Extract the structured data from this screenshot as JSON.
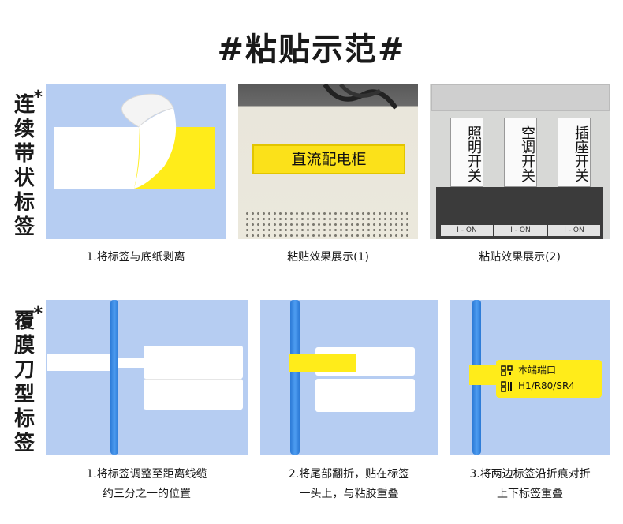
{
  "title": "#粘贴示范#",
  "sections": [
    {
      "label": "连续带状标签",
      "star": "*"
    },
    {
      "label": "覆膜刀型标签",
      "star": "*"
    }
  ],
  "row1": {
    "captions": [
      "1.将标签与底纸剥离",
      "粘贴效果展示(1)",
      "粘贴效果展示(2)"
    ],
    "cabinet_label": "直流配电柜",
    "switch_labels": [
      {
        "text": "照明开关",
        "state": "I - ON"
      },
      {
        "text": "空调开关",
        "state": "I - ON"
      },
      {
        "text": "插座开关",
        "state": "I - ON"
      }
    ]
  },
  "row2": {
    "captions": [
      {
        "line1": "1.将标签调整至距离线缆",
        "line2": "约三分之一的位置"
      },
      {
        "line1": "2.将尾部翻折，贴在标签",
        "line2": "一头上，与粘胶重叠"
      },
      {
        "line1": "3.将两边标签沿折痕对折",
        "line2": "上下标签重叠"
      }
    ],
    "tag_line1": "本端端口",
    "tag_line2": "H1/R80/SR4"
  },
  "colors": {
    "panel": "#b6cdf2",
    "label_yellow": "#ffec1a",
    "cable_blue": "#3a88e4"
  }
}
